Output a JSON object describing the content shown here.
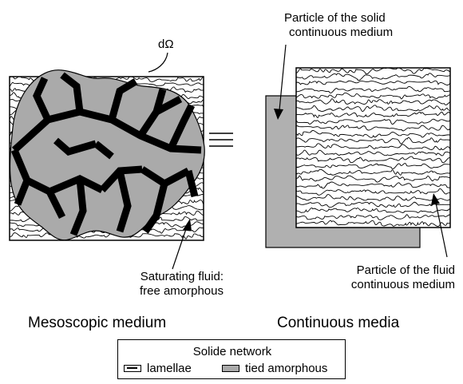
{
  "labels": {
    "domain_symbol": "dΩ",
    "solid_particle": [
      "Particle of the solid",
      "continuous medium"
    ],
    "saturating_fluid": [
      "Saturating fluid:",
      "free amorphous"
    ],
    "fluid_particle": [
      "Particle of the fluid",
      "continuous medium"
    ],
    "mesoscopic": "Mesoscopic medium",
    "continuous": "Continuous media",
    "equivalence": "≡"
  },
  "legend": {
    "title": "Solide network",
    "items": [
      {
        "label": "lamellae",
        "kind": "lamellae"
      },
      {
        "label": "tied amorphous",
        "kind": "tied-amorphous"
      }
    ]
  },
  "colors": {
    "tied_amorphous": "#aaaaaa",
    "lamellae": "#000000",
    "solid_particle": "#b0b0b0"
  }
}
